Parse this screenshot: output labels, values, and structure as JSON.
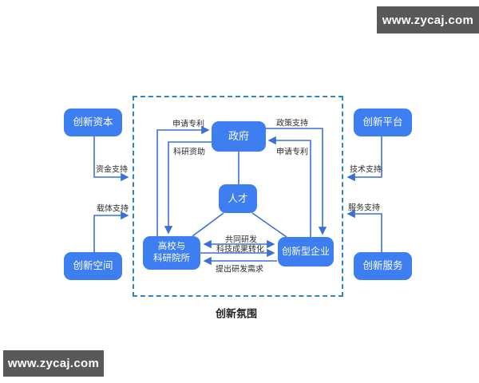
{
  "watermark": {
    "text": "www.zycaj.com"
  },
  "diagram": {
    "caption": "创新氛围",
    "nodes": {
      "government": "政府",
      "talent": "人才",
      "university_line1": "高校与",
      "university_line2": "科研院所",
      "enterprise": "创新型企业",
      "capital": "创新资本",
      "space": "创新空间",
      "platform": "创新平台",
      "service": "创新服务"
    },
    "edges": {
      "apply_patent_left": "申请专利",
      "research_funding": "科研资助",
      "policy_support": "政策支持",
      "apply_patent_right": "申请专利",
      "fund_support": "资金支持",
      "carrier_support": "载体支持",
      "tech_support": "技术支持",
      "service_support": "服务支持",
      "joint_rd": "共同研发",
      "achievement_transfer": "科技成果转化",
      "rd_demand": "提出研发需求"
    },
    "colors": {
      "node_fill": "#3d7ef1",
      "line": "#3a70d9",
      "dashed_border": "#2e86c8",
      "watermark_bg": "#595959"
    }
  }
}
